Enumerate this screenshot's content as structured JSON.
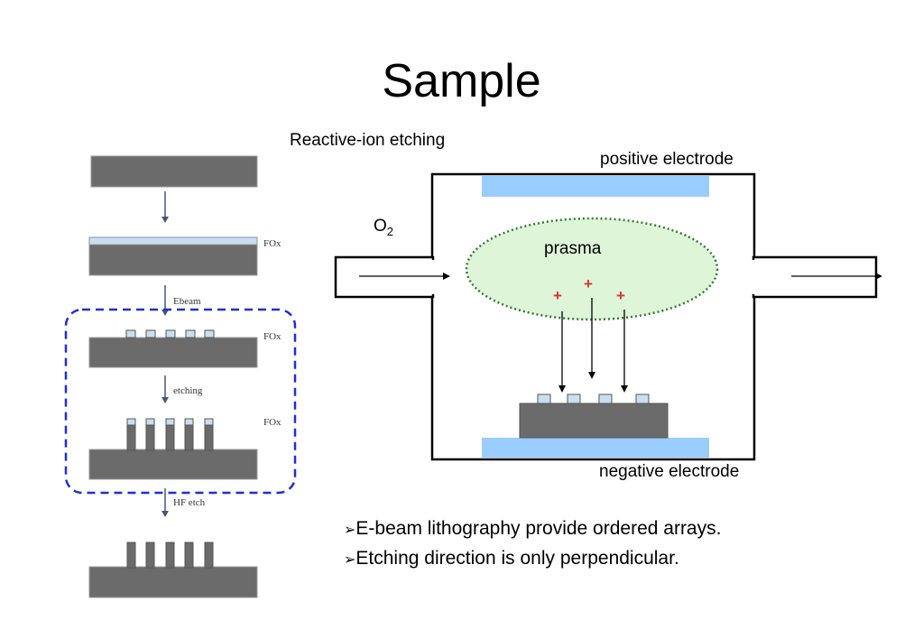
{
  "title": "Sample",
  "process_flow": {
    "labels": {
      "fox": "FOx",
      "ebeam": "Ebeam",
      "etching": "etching",
      "hf_etch": "HF etch"
    }
  },
  "rie": {
    "heading": "Reactive-ion etching",
    "positive_electrode": "positive electrode",
    "negative_electrode": "negative electrode",
    "gas": "O",
    "gas_subscript": "2",
    "plasma": "prasma",
    "ion_symbol": "+"
  },
  "bullets": {
    "marker": "➢",
    "items": [
      "E-beam lithography provide ordered arrays.",
      "Etching direction is only perpendicular."
    ]
  },
  "colors": {
    "substrate": "#6b6b6b",
    "electrode": "#99ccff",
    "plasma_fill": "#dff5d8",
    "plasma_border": "#2e7d32",
    "dashed_box": "#1f2fd1",
    "ion": "#e03030",
    "fox": "#c9dff0"
  }
}
